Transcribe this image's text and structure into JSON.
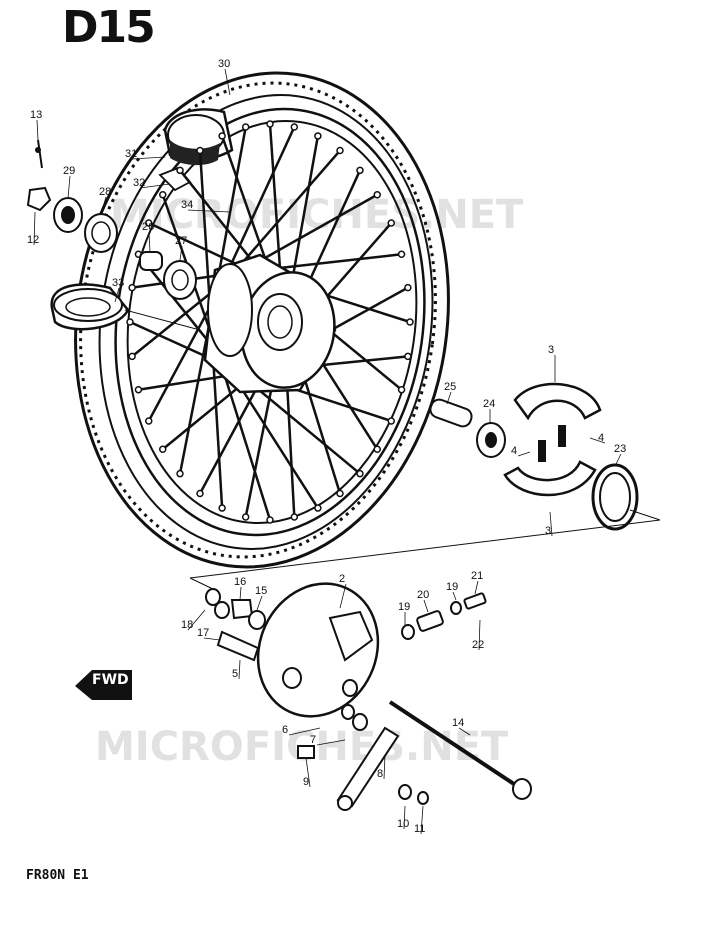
{
  "header": {
    "code": "D15"
  },
  "footer": {
    "model": "FR80N E1"
  },
  "fwd_label": "FWD",
  "watermark": "MICROFICHES.NET",
  "callouts": [
    "30",
    "13",
    "31",
    "32",
    "29",
    "28",
    "34",
    "12",
    "26",
    "27",
    "33",
    "3",
    "25",
    "24",
    "4",
    "4",
    "23",
    "3",
    "2",
    "16",
    "15",
    "18",
    "17",
    "19",
    "20",
    "19",
    "21",
    "22",
    "5",
    "14",
    "6",
    "7",
    "9",
    "8",
    "10",
    "11"
  ]
}
